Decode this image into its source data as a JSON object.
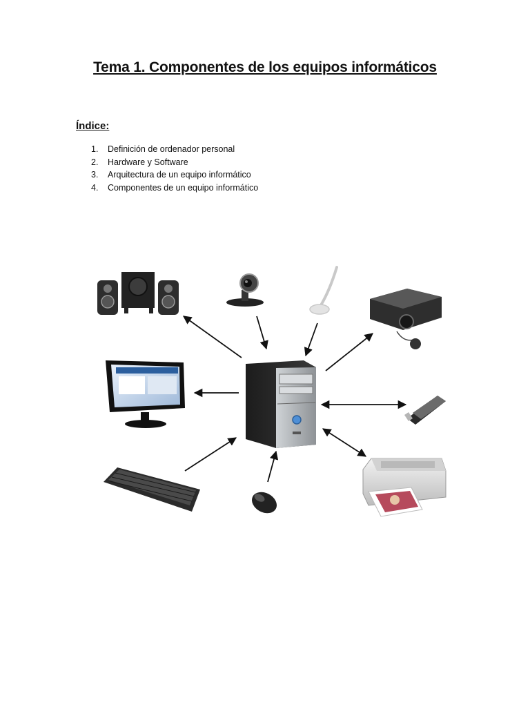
{
  "document": {
    "title": "Tema 1. Componentes de los equipos informáticos",
    "index_heading": "Índice:",
    "index_items": [
      {
        "number": "1.",
        "text": "Definición de ordenador personal"
      },
      {
        "number": "2.",
        "text": "Hardware y Software"
      },
      {
        "number": "3.",
        "text": "Arquitectura de un equipo informático"
      },
      {
        "number": "4.",
        "text": "Componentes de un equipo informático"
      }
    ]
  },
  "diagram": {
    "center": "computer-tower-icon",
    "peripherals": [
      "speakers-icon",
      "webcam-icon",
      "microphone-icon",
      "projector-icon",
      "monitor-icon",
      "usb-drive-icon",
      "keyboard-icon",
      "mouse-icon",
      "printer-icon"
    ]
  }
}
